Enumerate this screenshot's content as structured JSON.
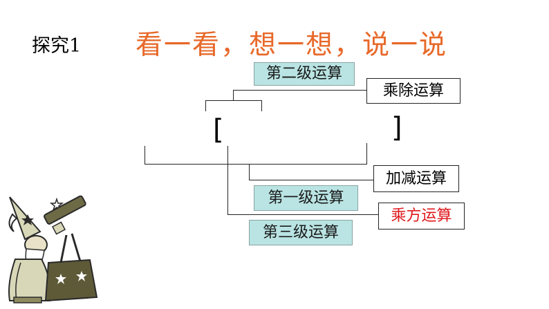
{
  "heading": "探究1",
  "title": "看一看，想一想，说一说",
  "labels": {
    "second_level": "第二级运算",
    "mul_div": "乘除运算",
    "add_sub": "加减运算",
    "first_level": "第一级运算",
    "power": "乘方运算",
    "third_level": "第三级运算"
  },
  "brackets": {
    "open": "[",
    "close": "]"
  },
  "colors": {
    "title": "#e8692a",
    "blue_box": "#b9e4e3",
    "red_label": "#e0171b"
  },
  "illustration": "wizard-with-telescope"
}
